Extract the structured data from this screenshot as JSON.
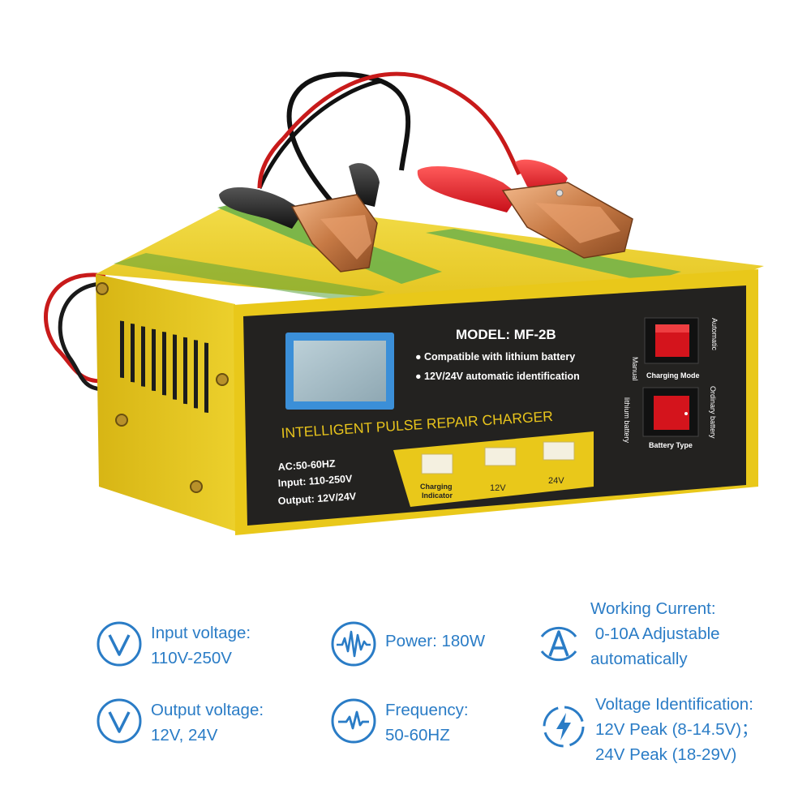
{
  "product": {
    "model": "MODEL: MF-2B",
    "features": [
      "● Compatible with lithium battery",
      "● 12V/24V automatic identification"
    ],
    "title": "INTELLIGENT PULSE REPAIR CHARGER",
    "ratings": [
      "AC:50-60HZ",
      "Input: 110-250V",
      "Output: 12V/24V"
    ],
    "indicators": {
      "charging_line1": "Charging",
      "charging_line2": "Indicator",
      "v12": "12V",
      "v24": "24V"
    },
    "switches": {
      "charging_mode": {
        "label": "Charging Mode",
        "left": "Manual",
        "right": "Automatic"
      },
      "battery_type": {
        "label": "Battery Type",
        "left": "lithium battery",
        "right": "Ordinary battery"
      }
    }
  },
  "colors": {
    "accent": "#2a7cc6",
    "body_yellow": "#e9c81a",
    "panel_dark": "#232220",
    "switch_red": "#d4141c",
    "panel_text_yellow": "#e8c41c"
  },
  "specs": [
    {
      "icon": "voltage-v-icon",
      "lines": [
        "Input voltage:",
        "110V-250V"
      ]
    },
    {
      "icon": "power-wave-icon",
      "lines": [
        "Power: 180W"
      ]
    },
    {
      "icon": "current-a-icon",
      "lines": [
        "Working Current:",
        " 0-10A Adjustable",
        "automatically"
      ]
    },
    {
      "icon": "voltage-v-icon",
      "lines": [
        "Output voltage:",
        "12V, 24V"
      ]
    },
    {
      "icon": "frequency-pulse-icon",
      "lines": [
        "Frequency:",
        "50-60HZ"
      ]
    },
    {
      "icon": "lightning-icon",
      "lines": [
        "Voltage Identification:",
        "12V Peak (8-14.5V)；",
        "24V Peak (18-29V)"
      ]
    }
  ]
}
